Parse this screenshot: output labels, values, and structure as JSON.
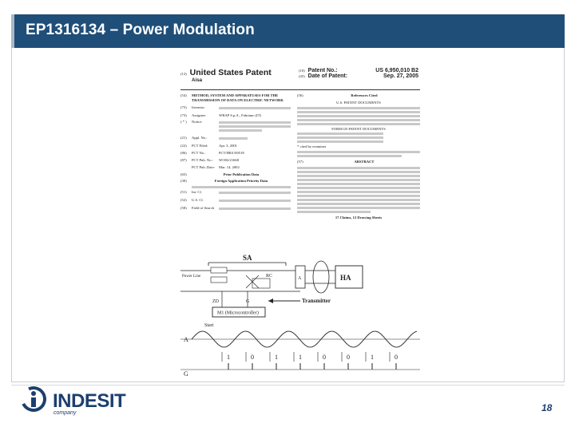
{
  "slide": {
    "title": "EP1316134 – Power Modulation",
    "page_number": "18"
  },
  "logo": {
    "word": "INDESIT",
    "company": "company",
    "icon": "indesit-logo-icon"
  },
  "patent": {
    "code_12": "(12)",
    "office": "United States Patent",
    "inventor_short": "Aisa",
    "code_10": "(10)",
    "patent_no_label": "Patent No.:",
    "patent_no": "US 6,950,010 B2",
    "code_45": "(45)",
    "date_label": "Date of Patent:",
    "date": "Sep. 27, 2005",
    "code_54": "(54)",
    "title": "METHOD, SYSTEM AND APPARATUSES FOR THE TRANSMISSION OF DATA ON ELECTRIC NETWORK",
    "code_75": "(75)",
    "inventor_label": "Inventor:",
    "code_73": "(73)",
    "assignee_label": "Assignee:",
    "assignee": "WRAP S.p.A., Fabriano (IT)",
    "notice_code": "( * )",
    "notice_label": "Notice:",
    "code_21": "(21)",
    "appl_label": "Appl. No.:",
    "code_22": "(22)",
    "pct_filed_label": "PCT Filed:",
    "pct_filed": "Apr. 3, 2001",
    "code_86": "(86)",
    "pct_no_label": "PCT No.:",
    "pct_no": "PCT/IB01/00518",
    "code_87": "(87)",
    "pct_pub_no_label": "PCT Pub. No.:",
    "pct_pub_no": "WO02/21668",
    "pct_pub_date_label": "PCT Pub. Date:",
    "pct_pub_date": "Mar. 14, 2002",
    "code_65": "(65)",
    "prior_pub_label": "Prior Publication Data",
    "code_30": "(30)",
    "foreign_label": "Foreign Application Priority Data",
    "code_51": "(51)",
    "int_cl_label": "Int. Cl.",
    "code_52": "(52)",
    "us_cl_label": "U.S. Cl.",
    "code_58": "(58)",
    "field_label": "Field of Search",
    "code_56": "(56)",
    "refs_label": "References Cited",
    "us_docs_label": "U.S. PATENT DOCUMENTS",
    "foreign_docs_label": "FOREIGN PATENT DOCUMENTS",
    "cited_label": "* cited by examiner",
    "code_57": "(57)",
    "abstract_label": "ABSTRACT",
    "claims_label": "17 Claims, 12 Drawing Sheets"
  },
  "diagram": {
    "sa": "SA",
    "power_line": "Power Line",
    "rc": "RC",
    "ha": "HA",
    "a": "A",
    "zd": "ZD",
    "g": "G",
    "transmitter": "Transmitter",
    "m1": "M1 (Microcontroller)",
    "start": "Start",
    "wave_a": "A",
    "wave_g": "G",
    "bits": [
      "1",
      "0",
      "1",
      "1",
      "0",
      "0",
      "1",
      "0"
    ]
  }
}
